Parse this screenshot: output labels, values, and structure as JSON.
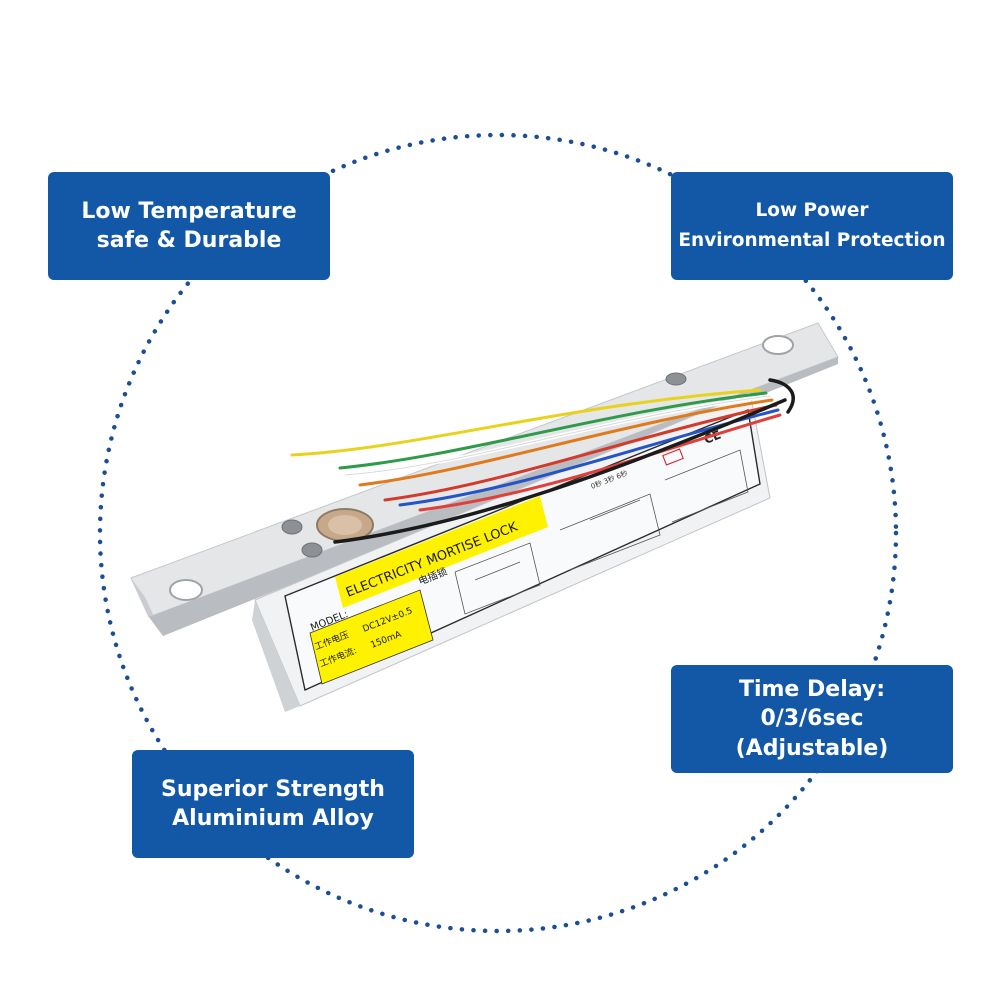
{
  "features": {
    "top_left": {
      "line1": "Low Temperature",
      "line2": "safe & Durable"
    },
    "top_right": {
      "line1": "Low Power",
      "line2": "Environmental Protection"
    },
    "bottom_right": {
      "line1": "Time Delay:",
      "line2": "0/3/6sec",
      "line3": "(Adjustable)"
    },
    "bottom_left": {
      "line1": "Superior Strength",
      "line2": "Aluminium Alloy"
    }
  },
  "product_label": {
    "title": "ELECTRICITY MORTISE LOCK",
    "title_cn": "电插锁",
    "model_label": "MODEL:",
    "voltage_label": "工作电压",
    "voltage_value": "DC12V±0.5",
    "current_label": "工作电流:",
    "current_value": "150mA",
    "delay_marks": "0秒 3秒 6秒",
    "ce_mark": "CE"
  },
  "colors": {
    "box_fill": "#1258a6",
    "dot_color": "#1a4e96",
    "label_yellow": "#fff200"
  }
}
